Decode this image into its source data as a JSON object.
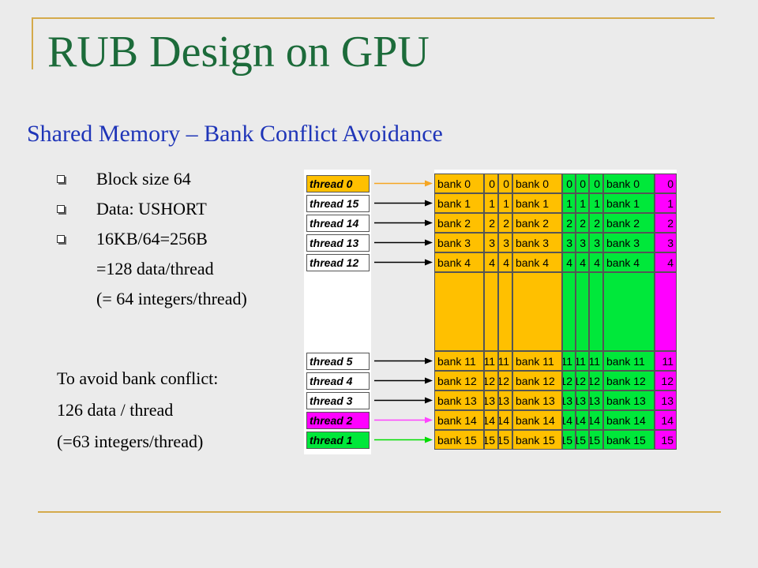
{
  "slide": {
    "title": "RUB Design on GPU",
    "subtitle": "Shared Memory – Bank Conflict Avoidance",
    "bullets": [
      {
        "text": "Block size 64",
        "marker": true
      },
      {
        "text": "Data: USHORT",
        "marker": true
      },
      {
        "text": "16KB/64=256B",
        "marker": true
      },
      {
        "text": "=128 data/thread",
        "marker": false
      },
      {
        "text": "(= 64 integers/thread)",
        "marker": false
      }
    ],
    "bottom_lines": [
      "To avoid bank conflict:",
      "126 data / thread",
      "(=63 integers/thread)"
    ]
  },
  "diagram": {
    "colors": {
      "orange": "#ffc000",
      "green": "#00e83a",
      "magenta": "#ff00ff",
      "white": "#ffffff",
      "arrow_orange": "#f5a623",
      "arrow_black": "#000000",
      "arrow_magenta": "#ff44ff",
      "arrow_green": "#00dd00"
    },
    "top_rows": [
      {
        "thread": "thread 0",
        "thread_color": "orange",
        "arrow_color": "arrow_orange",
        "bank": "bank 0",
        "n": "0"
      },
      {
        "thread": "thread 15",
        "thread_color": "white",
        "arrow_color": "arrow_black",
        "bank": "bank 1",
        "n": "1"
      },
      {
        "thread": "thread 14",
        "thread_color": "white",
        "arrow_color": "arrow_black",
        "bank": "bank 2",
        "n": "2"
      },
      {
        "thread": "thread 13",
        "thread_color": "white",
        "arrow_color": "arrow_black",
        "bank": "bank 3",
        "n": "3"
      },
      {
        "thread": "thread 12",
        "thread_color": "white",
        "arrow_color": "arrow_black",
        "bank": "bank 4",
        "n": "4"
      }
    ],
    "bottom_rows": [
      {
        "thread": "thread 5",
        "thread_color": "white",
        "arrow_color": "arrow_black",
        "bank": "bank 11",
        "n": "11"
      },
      {
        "thread": "thread 4",
        "thread_color": "white",
        "arrow_color": "arrow_black",
        "bank": "bank 12",
        "n": "12"
      },
      {
        "thread": "thread 3",
        "thread_color": "white",
        "arrow_color": "arrow_black",
        "bank": "bank 13",
        "n": "13"
      },
      {
        "thread": "thread 2",
        "thread_color": "magenta",
        "arrow_color": "arrow_magenta",
        "bank": "bank 14",
        "n": "14"
      },
      {
        "thread": "thread 1",
        "thread_color": "green",
        "arrow_color": "arrow_green",
        "bank": "bank 15",
        "n": "15"
      }
    ]
  }
}
